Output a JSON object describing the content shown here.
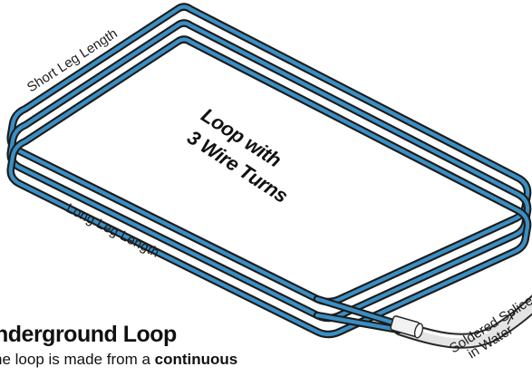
{
  "labels": {
    "short_leg": "Short Leg Length",
    "long_leg": "Long Leg Length",
    "center_line1": "Loop with",
    "center_line2": "3 Wire Turns",
    "splice_line1": "Soldered Splice",
    "splice_line2": "in Water"
  },
  "title": "nderground Loop",
  "description": {
    "prefix": "he loop is made from a ",
    "emphasis": "continuous"
  },
  "colors": {
    "wire": "#3a8fc4",
    "outline": "#1c1c1c",
    "conduit": "#e4e4e4",
    "background": "#ffffff"
  },
  "loop_turns": 3
}
